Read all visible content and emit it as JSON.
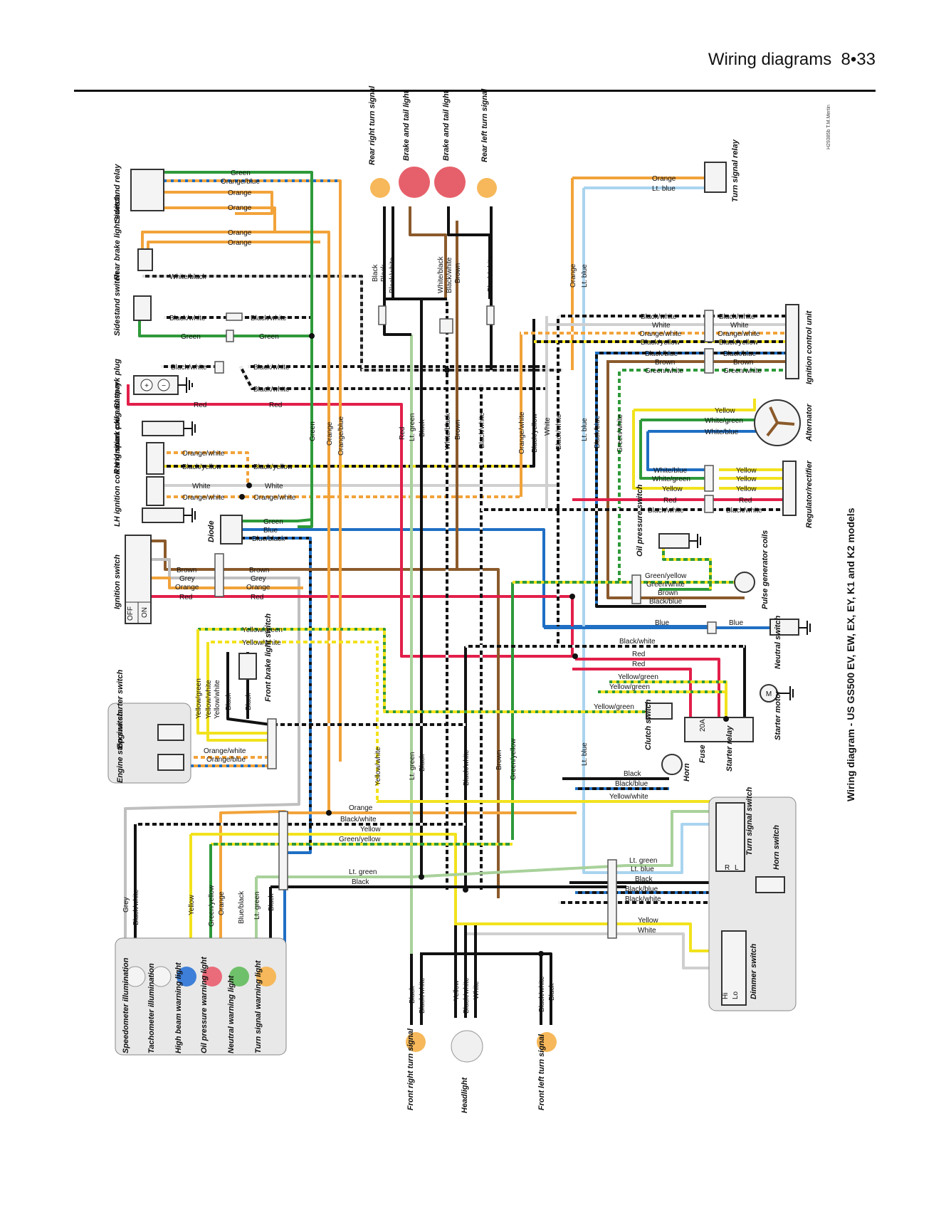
{
  "header": {
    "section": "Wiring diagrams",
    "page": "8•33"
  },
  "diagram": {
    "title": "Wiring diagram - US GS500 EV, EW, EX, EY, K1 and K2 models",
    "code": "H29385b T.M.Mertin",
    "components": {
      "sidestand_relay": "Sidestand relay",
      "rear_brake_light_switch": "Rear brake light switch",
      "sidestand_switch": "Sidestand switch",
      "battery": "Battery",
      "rh_coil": "RH ignition coil and spark plug",
      "lh_coil": "LH ignition coil and spark plug",
      "diode": "Diode",
      "ignition_switch": "Ignition switch",
      "front_brake_light_switch": "Front brake light switch",
      "engine_starter_switch": "Engine starter switch",
      "engine_stop_switch": "Engine stop switch",
      "rear_right_turn": "Rear right turn signal",
      "brake_tail_1": "Brake and tail light",
      "brake_tail_2": "Brake and tail light",
      "rear_left_turn": "Rear left turn signal",
      "turn_signal_relay": "Turn signal relay",
      "ignition_control_unit": "Ignition control unit",
      "alternator": "Alternator",
      "regulator_rectifier": "Regulator/rectifier",
      "oil_pressure_switch": "Oil pressure switch",
      "pulse_generator_coils": "Pulse generator coils",
      "neutral_switch": "Neutral switch",
      "starter_motor": "Starter motor",
      "starter_relay": "Starter relay",
      "fuse": "Fuse",
      "clutch_switch": "Clutch switch",
      "horn": "Horn",
      "turn_signal_switch": "Turn signal switch",
      "horn_switch": "Horn switch",
      "dimmer_switch": "Dimmer switch",
      "speedo_illum": "Speedometer illumination",
      "tacho_illum": "Tachometer illumination",
      "high_beam": "High beam warning light",
      "oil_warning": "Oil pressure warning light",
      "neutral_warning": "Neutral warning light",
      "turn_warning": "Turn signal warning light",
      "front_right_turn": "Front right turn signal",
      "headlight": "Headlight",
      "front_left_turn": "Front left turn signal"
    },
    "switch_marks": {
      "off": "OFF",
      "on": "ON",
      "fuse_rating": "20A",
      "r": "R",
      "l": "L",
      "hi": "Hi",
      "lo": "Lo",
      "plus": "+",
      "minus": "−",
      "motor": "M"
    },
    "wire_colors": {
      "Green": "#2e9a3a",
      "Orange": "#f2a33a",
      "Blue": "#1f6fc4",
      "Red": "#e21f4a",
      "Black": "#111111",
      "White": "#d9d9d9",
      "Brown": "#8b5a2b",
      "Yellow": "#f2e21c",
      "Grey": "#bfbfbf",
      "Lt. blue": "#a9d4ef",
      "Lt. green": "#a8d19a"
    },
    "wire_labels": {
      "w1": "Green",
      "w2": "Orange/blue",
      "w3": "Orange",
      "w4": "Orange",
      "w5": "Orange",
      "w6": "Orange",
      "w7": "White/black",
      "w8": "Black/white",
      "w9": "Black/white",
      "w10": "Green",
      "w11": "Green",
      "w12": "Black/white",
      "w13": "Black/white",
      "w14": "Black/white",
      "w15": "Red",
      "w16": "Red",
      "w17": "Orange/white",
      "w18": "Black/yellow",
      "w19": "Black/yellow",
      "w20": "White",
      "w21": "White",
      "w22": "Orange/white",
      "w23": "Orange/white",
      "w24": "Green",
      "w25": "Blue",
      "w26": "Blue/black",
      "w27": "Brown",
      "w28": "Brown",
      "w29": "Grey",
      "w30": "Grey",
      "w31": "Orange",
      "w32": "Orange",
      "w33": "Red",
      "w34": "Red",
      "w35": "Yellow/green",
      "w36": "Yellow/white",
      "v1": "Green",
      "v2": "Orange",
      "v3": "Orange/blue",
      "v4": "Red",
      "v5": "Lt. green",
      "v6": "Black",
      "v7": "White/black",
      "v8": "Brown",
      "v9": "Black/white",
      "v10": "Orange/white",
      "v11": "Black/yellow",
      "v12": "White",
      "v13": "Black/white",
      "v14": "Lt. blue",
      "v15": "Black/blue",
      "v16": "Green/white",
      "v17": "Black",
      "v18": "Black",
      "v19": "Black/white",
      "v20": "White/black",
      "v21": "Black/white",
      "v22": "Brown",
      "v23": "Black/white",
      "v24": "Orange",
      "v25": "Lt. blue",
      "r1": "Orange",
      "r2": "Lt. blue",
      "r3": "Black/white",
      "r4": "White",
      "r5": "Orange/white",
      "r6": "Black/yellow",
      "r7": "Black/blue",
      "r8": "Brown",
      "r9": "Green/white",
      "r10": "Black/white",
      "r11": "White",
      "r12": "Orange/white",
      "r13": "Black/yellow",
      "r14": "Black/blue",
      "r15": "Brown",
      "r16": "Green/white",
      "r17": "Yellow",
      "r18": "White/green",
      "r19": "White/blue",
      "r20": "White/blue",
      "r21": "White/green",
      "r22": "Yellow",
      "r23": "Yellow",
      "r24": "Yellow",
      "r25": "Yellow",
      "r26": "Red",
      "r27": "Red",
      "r28": "Black/white",
      "r29": "Black/white",
      "r30": "Green/yellow",
      "r31": "Green/white",
      "r32": "Brown",
      "r33": "Black/blue",
      "r34": "Blue",
      "r35": "Blue",
      "r36": "Black/white",
      "r37": "Red",
      "r38": "Red",
      "r39": "Yellow/green",
      "r40": "Yellow/green",
      "r41": "Yellow/green",
      "m1": "Yellow/white",
      "m2": "Orange/white",
      "m3": "Orange/blue",
      "m4": "Yellow/green",
      "m5": "Yellow/white",
      "m6": "Yellow/white",
      "m7": "Black",
      "m8": "Black",
      "m9": "Lt. green",
      "m10": "Black",
      "m11": "Black/white",
      "m12": "Brown",
      "m13": "Green/yellow",
      "m14": "Lt. blue",
      "h1": "Black",
      "h2": "Black/blue",
      "h3": "Yellow/white",
      "b1": "Orange",
      "b2": "Black/white",
      "b3": "Yellow",
      "b4": "Green/yellow",
      "b5": "Lt. green",
      "b6": "Black",
      "b7": "Lt. green",
      "b8": "Lt. blue",
      "b9": "Black",
      "b10": "Black/blue",
      "b11": "Black/white",
      "b12": "Yellow",
      "b13": "White",
      "i1": "Grey",
      "i2": "Black/white",
      "i3": "Yellow",
      "i4": "Green/yellow",
      "i5": "Orange",
      "i6": "Blue/black",
      "i7": "Lt. green",
      "i8": "Black",
      "f1": "Black",
      "f2": "Black/white",
      "f3": "Yellow",
      "f4": "Black/white",
      "f5": "White",
      "f6": "Black/white",
      "f7": "Black",
      "t1": "Black",
      "t2": "Black",
      "t3": "Black/white",
      "t4": "White/black",
      "t5": "Black/white",
      "t6": "Brown",
      "t7": "Black/white",
      "t8": "Orange",
      "t9": "Lt. blue"
    }
  }
}
